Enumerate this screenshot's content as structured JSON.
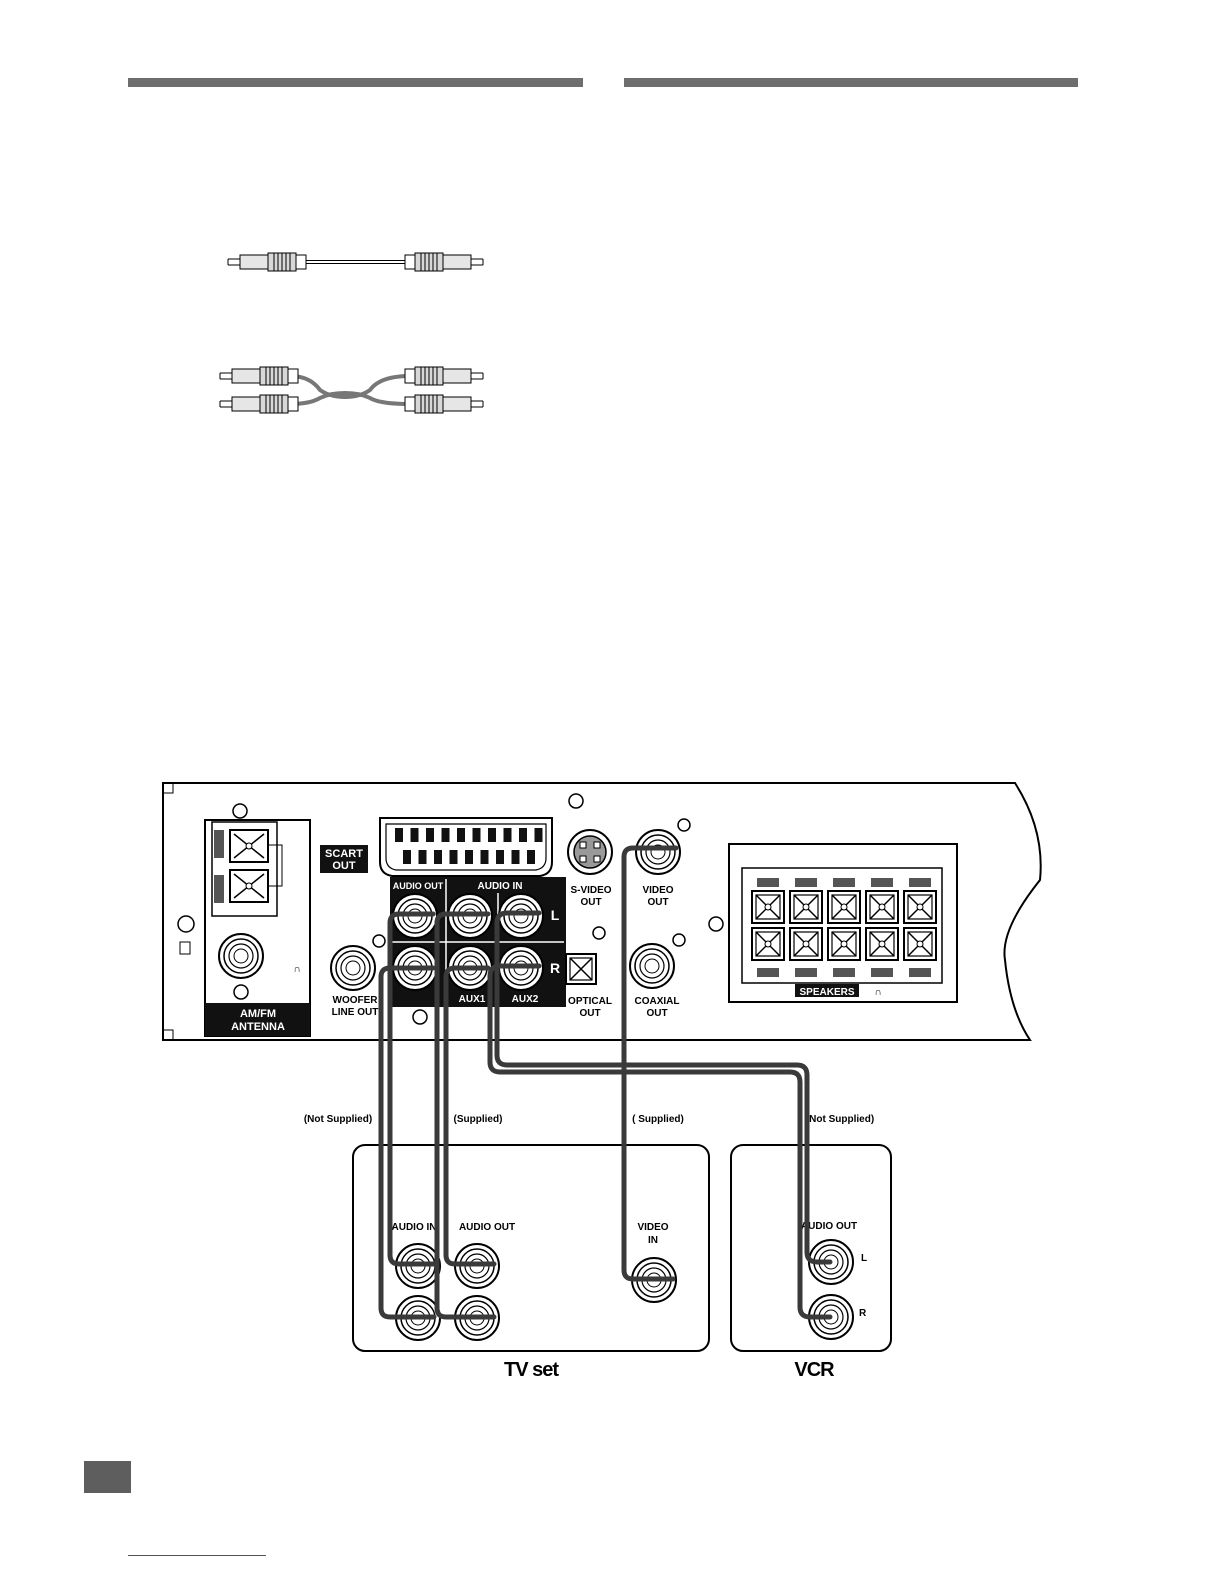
{
  "receiver": {
    "antenna_label": [
      "AM/FM",
      "ANTENNA"
    ],
    "scart_label": [
      "SCART",
      "OUT"
    ],
    "audio_out_label": "AUDIO OUT",
    "audio_in_label": "AUDIO IN",
    "left_channel": "L",
    "right_channel": "R",
    "aux1_label": "AUX1",
    "aux2_label": "AUX2",
    "woofer_label": [
      "WOOFER",
      "LINE OUT"
    ],
    "svideo_label": [
      "S-VIDEO",
      "OUT"
    ],
    "video_out_label": [
      "VIDEO",
      "OUT"
    ],
    "optical_label": [
      "OPTICAL",
      "OUT"
    ],
    "coaxial_label": [
      "COAXIAL",
      "OUT"
    ],
    "speakers_label": "SPEAKERS"
  },
  "cable_notes": {
    "not_supplied_left": "(Not Supplied)",
    "supplied_audio": "(Supplied)",
    "supplied_video": "( Supplied)",
    "not_supplied_right": "(Not Supplied)"
  },
  "tv": {
    "audio_in_label": "AUDIO IN",
    "audio_out_label": "AUDIO OUT",
    "video_in_label": [
      "VIDEO",
      "IN"
    ],
    "device_label": "TV set"
  },
  "vcr": {
    "audio_out_label": "AUDIO OUT",
    "left_channel": "L",
    "right_channel": "R",
    "device_label": "VCR"
  },
  "colors": {
    "cable": "#3a3a3a",
    "rule": "#6e6e6e",
    "label_box": "#111111"
  }
}
